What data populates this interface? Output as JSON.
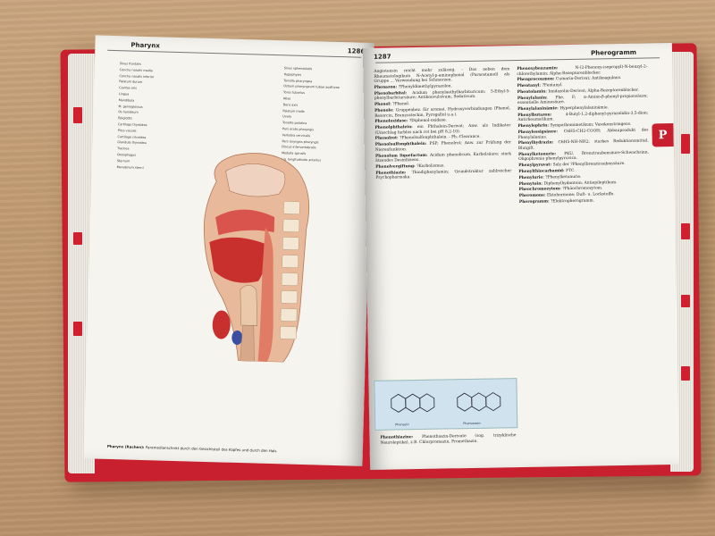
{
  "scene": "open medical dictionary on wooden table",
  "colors": {
    "cover": "#c8202e",
    "paper": "#f6f4ef",
    "table": "#c19b72",
    "formula_box": "#cfe2ee"
  },
  "left_page": {
    "running_head": "Pharynx",
    "page_number": "1286",
    "labels_left": [
      "Sinus frontalis",
      "Concha nasalis media",
      "Concha nasalis inferior",
      "Palatum durum",
      "Cavitas oris",
      "Lingua",
      "Mandibula",
      "M. genioglossus",
      "Os hyoideum",
      "Epiglottis",
      "Cartilago thyroidea",
      "Plica vocalis",
      "Cartilago cricoidea",
      "Glandula thyroidea",
      "Trachea",
      "Oesophagus",
      "Sternum",
      "Manubrium sterni"
    ],
    "labels_right": [
      "Sinus sphenoidalis",
      "Hypophysis",
      "Tonsilla pharyngea",
      "Ostium pharyngeum tubae auditivae",
      "Torus tubarius",
      "Atlas",
      "Dens axis",
      "Palatum molle",
      "Uvula",
      "Tonsilla palatina",
      "Pars oralis pharyngis",
      "Vertebra cervicalis",
      "Pars laryngea pharyngis",
      "Discus intervertebralis",
      "Medulla spinalis",
      "Lig. longitudinale anterius"
    ],
    "caption_term": "Pharynx (Rachen):",
    "caption_text": "Paramedianschnitt durch den Gesichtsteil des Kopfes und durch den Hals"
  },
  "right_page": {
    "page_number": "1287",
    "running_head": "Pherogramm",
    "thumb_letter": "P",
    "column_left": [
      {
        "hw": "",
        "text": "Angiotensin reicht mehr zulässig. - Das neben dem Rheumatologikum N-Acetyl-p-aminophenol (Paracetamol) als Gruppe ... Verwendung bei Schmerzen."
      },
      {
        "hw": "Phenazon:",
        "text": "?Phenyldimethylpyrazolon."
      },
      {
        "hw": "Phenobarbital:",
        "text": "Acidum phenylaethylbarbituricum; 5-Ethyl-5-phenylbarbitursäure; Antikonvulsivum, Sedativum."
      },
      {
        "hw": "Phenol:",
        "text": "?Phenol."
      },
      {
        "hw": "Phenole:",
        "text": "Gruppenbez. für aromat. Hydroxyverbindungen (Phenol, Resorcin, Brenzcatechin, Pyrogallol u.a.)."
      },
      {
        "hw": "Phenoloxidase:",
        "text": "?Diphenol-oxidase."
      },
      {
        "hw": "Phenolphthalein:",
        "text": "ein Phthalein-Derivat; Anw. als Indikator (Umschlag farblos nach rot bei pH 8,2-10)."
      },
      {
        "hw": "Phenolrot:",
        "text": "?Phenolsulfonphthalein. - Ph.-Clearance."
      },
      {
        "hw": "Phenolsulfonphthalein:",
        "text": "PSP; Phenolrot; Anw. zur Prüfung der Nierenfunktion."
      },
      {
        "hw": "Phenolum liquefactum:",
        "text": "Acidum phenolicum, Karbolsäure; stark ätzendes Desinfiziens."
      },
      {
        "hw": "Phenolvergiftung:",
        "text": "?Karbolismus."
      },
      {
        "hw": "Phenothiazin:",
        "text": "Thiodiphenylamin; Grundstruktur zahlreicher Psychopharmaka."
      }
    ],
    "formulas": [
      "Phenazin",
      "Phenoxazin"
    ],
    "column_left_bottom": [
      {
        "hw": "Phenothiazine:",
        "text": "Phenothiazin-Derivate (sog. trizyklische Neuroleptika), z.B. Chlorpromazin, Promethazin."
      }
    ],
    "column_right": [
      {
        "hw": "Phenoxybenzamin:",
        "text": "N-(2-Phenoxy-isopropyl)-N-benzyl-2-chlorethylamin; Alpha-Rezeptorenblocker."
      },
      {
        "hw": "Phenprocoumon:",
        "text": "Cumarin-Derivat; Antikoagulans."
      },
      {
        "hw": "Phentanyl:",
        "text": "?Fentanyl."
      },
      {
        "hw": "Phentolamin:",
        "text": "Imidazolin-Derivat; Alpha-Rezeptorenblocker."
      },
      {
        "hw": "Phenylalanin:",
        "text": "Phe, F; α-Amino-β-phenyl-propionsäure; essentielle Aminosäure."
      },
      {
        "hw": "Phenylalaninämie:",
        "text": "Hyperphenylalaninämie."
      },
      {
        "hw": "Phenylbutazon:",
        "text": "4-Butyl-1,2-diphenyl-pyrazolidin-3,5-dion; Antirheumatikum."
      },
      {
        "hw": "Phenylephrin:",
        "text": "Sympathomimetikum; Vasokonstringens."
      },
      {
        "hw": "Phenylessigsäure:",
        "text": "C6H5-CH2-COOH; Abbauprodukt des Phenylalanins."
      },
      {
        "hw": "Phenylhydrazin:",
        "text": "C6H5-NH-NH2; starkes Reduktionsmittel, Blutgift."
      },
      {
        "hw": "Phenylketonurie:",
        "text": "PKU, Brenztraubensäure-Schwachsinn, Oligophrenia phenylpyruvica."
      },
      {
        "hw": "Phenylpyruvat:",
        "text": "Salz der ?Phenylbrenztraubensäure."
      },
      {
        "hw": "Phenylthiocarbamid:",
        "text": "PTC."
      },
      {
        "hw": "Phenylurie:",
        "text": "?Phenylketonurie."
      },
      {
        "hw": "Phenytoin:",
        "text": "Diphenylhydantoin; Antiepileptikum."
      },
      {
        "hw": "Pheochromozytom:",
        "text": "?Phäochromozytom."
      },
      {
        "hw": "Pheromone:",
        "text": "Ektohormone; Duft- u. Lockstoffe."
      },
      {
        "hw": "Pherogramm:",
        "text": "?Elektropherogramm."
      }
    ]
  }
}
